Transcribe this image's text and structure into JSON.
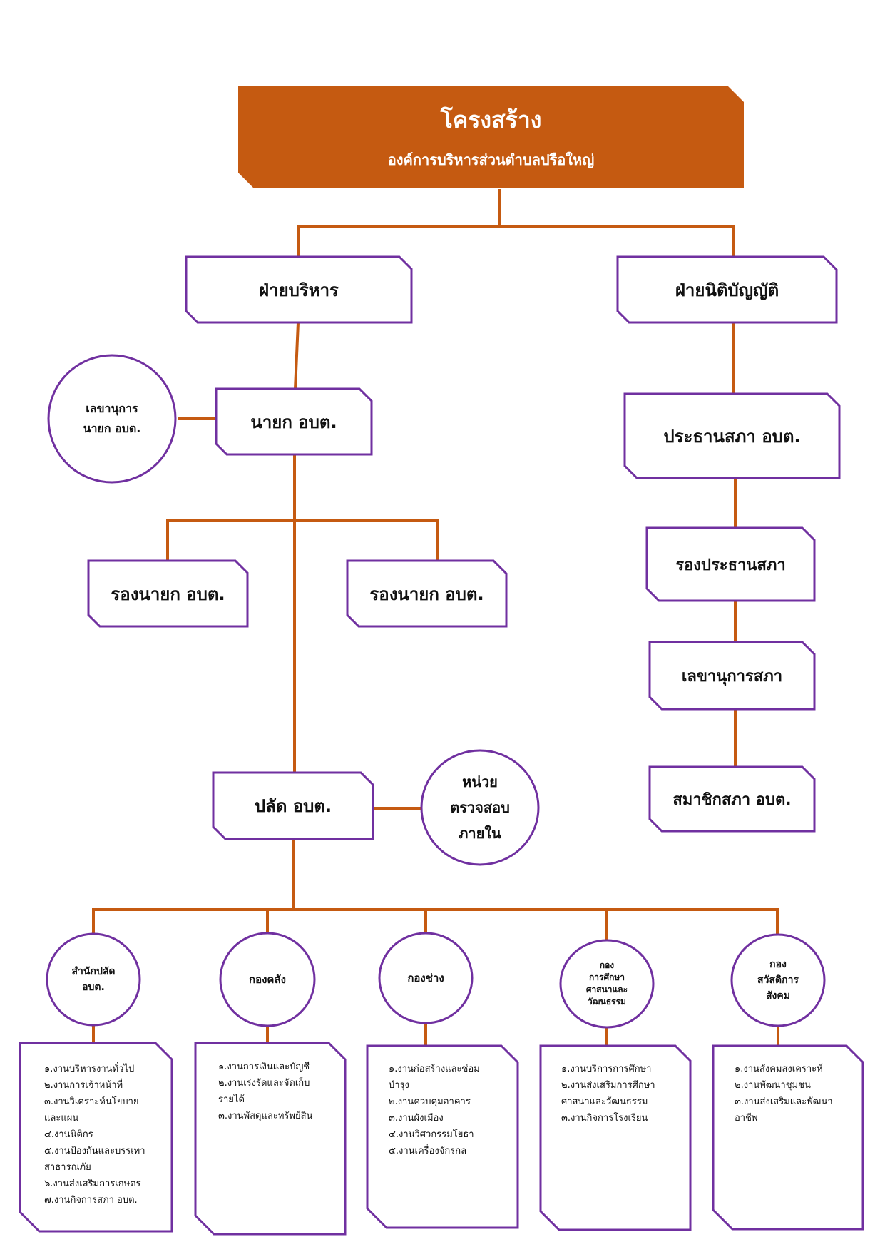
{
  "colors": {
    "header_fill": "#c55a11",
    "connector": "#c55a11",
    "box_border": "#7030a0",
    "text": "#111111"
  },
  "header": {
    "title": "โครงสร้าง",
    "subtitle": "องค์การบริหารส่วนตำบลปรือใหญ่"
  },
  "branches": {
    "executive": "ฝ่ายบริหาร",
    "legislative": "ฝ่ายนิติบัญญัติ"
  },
  "executive": {
    "mayor": "นายก อบต.",
    "secretary": [
      "เลขานุการ",
      "นายก อบต."
    ],
    "deputy_left": "รองนายก อบต.",
    "deputy_right": "รองนายก อบต.",
    "clerk": "ปลัด อบต.",
    "audit": [
      "หน่วย",
      "ตรวจสอบ",
      "ภายใน"
    ]
  },
  "legislative": {
    "chair": "ประธานสภา อบต.",
    "vice_chair": "รองประธานสภา",
    "secretary": "เลขานุการสภา",
    "members": "สมาชิกสภา อบต."
  },
  "units": [
    {
      "name": [
        "สำนักปลัด",
        "อบต."
      ],
      "tasks": [
        "๑.งานบริหารงานทั่วไป",
        "๒.งานการเจ้าหน้าที่",
        "๓.งานวิเคราะห์นโยบาย",
        "และแผน",
        "๔.งานนิติกร",
        "๕.งานป้องกันและบรรเทา",
        "สาธารณภัย",
        "๖.งานส่งเสริมการเกษตร",
        "๗.งานกิจการสภา  อบต."
      ]
    },
    {
      "name": [
        "กองคลัง"
      ],
      "tasks": [
        "๑.งานการเงินและบัญชี",
        "๒.งานเร่งรัดและจัดเก็บ",
        "รายได้",
        "๓.งานพัสดุและทรัพย์สิน"
      ]
    },
    {
      "name": [
        "กองช่าง"
      ],
      "tasks": [
        "๑.งานก่อสร้างและซ่อม",
        "บำรุง",
        "๒.งานควบคุมอาคาร",
        "๓.งานผังเมือง",
        "๔.งานวิศวกรรมโยธา",
        "๕.งานเครื่องจักรกล"
      ]
    },
    {
      "name": [
        "กอง",
        "การศึกษา",
        "ศาสนาและ",
        "วัฒนธรรม"
      ],
      "tasks": [
        "๑.งานบริการการศึกษา",
        "๒.งานส่งเสริมการศึกษา",
        "ศาสนาและวัฒนธรรม",
        "๓.งานกิจการโรงเรียน"
      ]
    },
    {
      "name": [
        "กอง",
        "สวัสดิการ",
        "สังคม"
      ],
      "tasks": [
        "๑.งานสังคมสงเคราะห์",
        "๒.งานพัฒนาชุมชน",
        "๓.งานส่งเสริมและพัฒนา",
        "อาชีพ"
      ]
    }
  ]
}
